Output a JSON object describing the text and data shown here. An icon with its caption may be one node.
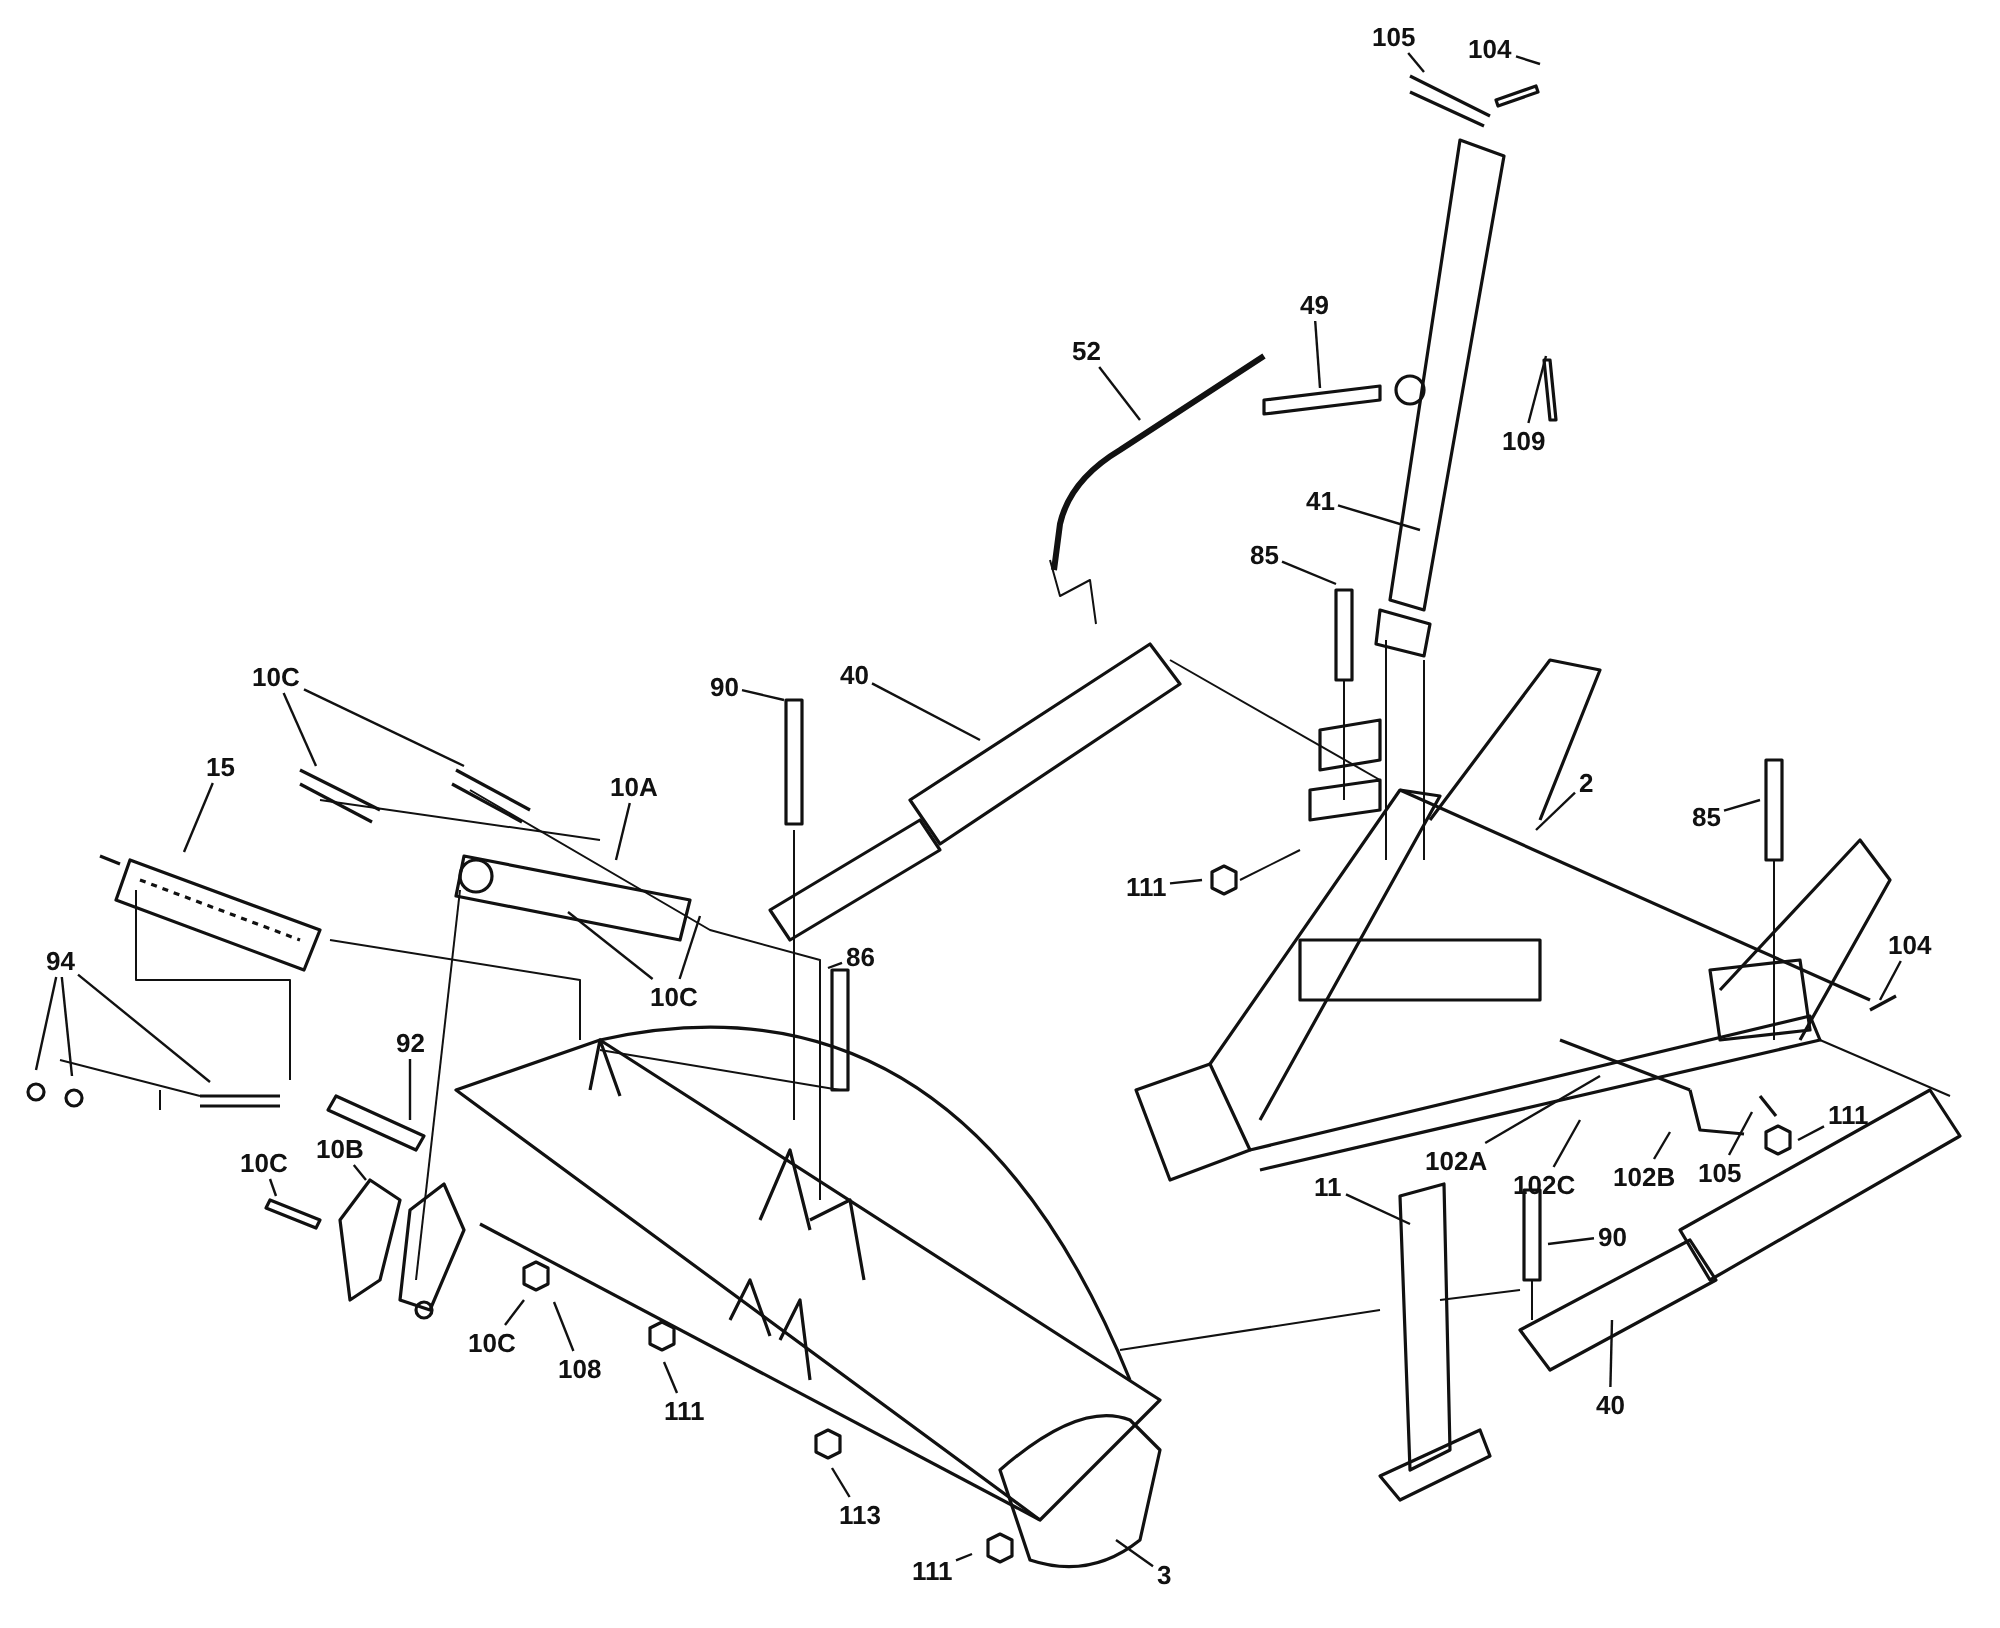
{
  "diagram": {
    "nodes": [
      {
        "text": [
          "105"
        ]
      },
      {
        "text": [
          "104"
        ]
      },
      {
        "text": [
          "52"
        ]
      },
      {
        "text": [
          "49"
        ]
      },
      {
        "text": [
          "109"
        ]
      },
      {
        "text": [
          "41"
        ]
      },
      {
        "text": [
          "85"
        ]
      },
      {
        "text": [
          "10C"
        ]
      },
      {
        "text": [
          "90"
        ]
      },
      {
        "text": [
          "40"
        ]
      },
      {
        "text": [
          "10A"
        ]
      },
      {
        "text": [
          "2"
        ]
      },
      {
        "text": [
          "15"
        ]
      },
      {
        "text": [
          "85"
        ]
      },
      {
        "text": [
          "111"
        ]
      },
      {
        "text": [
          "10C"
        ]
      },
      {
        "text": [
          "86"
        ]
      },
      {
        "text": [
          "94"
        ]
      },
      {
        "text": [
          "104"
        ]
      },
      {
        "text": [
          "92"
        ]
      },
      {
        "text": [
          "102A"
        ]
      },
      {
        "text": [
          "111"
        ]
      },
      {
        "text": [
          "102C"
        ]
      },
      {
        "text": [
          "102B"
        ]
      },
      {
        "text": [
          "105"
        ]
      },
      {
        "text": [
          "10C"
        ]
      },
      {
        "text": [
          "10B"
        ]
      },
      {
        "text": [
          "11"
        ]
      },
      {
        "text": [
          "90"
        ]
      },
      {
        "text": [
          "10C"
        ]
      },
      {
        "text": [
          "108"
        ]
      },
      {
        "text": [
          "111"
        ]
      },
      {
        "text": [
          "40"
        ]
      },
      {
        "text": [
          "113"
        ]
      },
      {
        "text": [
          "111"
        ]
      },
      {
        "text": [
          "3"
        ]
      }
    ],
    "edges": [
      {
        "from": 0,
        "to": null,
        "arrow": "none"
      },
      {
        "from": 1,
        "to": null,
        "arrow": "none"
      },
      {
        "from": 2,
        "to": null,
        "arrow": "none"
      },
      {
        "from": 3,
        "to": null,
        "arrow": "none"
      },
      {
        "from": 4,
        "to": null,
        "arrow": "none"
      },
      {
        "from": 5,
        "to": null,
        "arrow": "none"
      },
      {
        "from": 6,
        "to": null,
        "arrow": "none"
      },
      {
        "from": 7,
        "to": null,
        "arrow": "none"
      },
      {
        "from": 7,
        "to": null,
        "arrow": "none"
      },
      {
        "from": 8,
        "to": null,
        "arrow": "none"
      },
      {
        "from": 9,
        "to": null,
        "arrow": "none"
      },
      {
        "from": 10,
        "to": null,
        "arrow": "none"
      },
      {
        "from": 11,
        "to": null,
        "arrow": "none"
      },
      {
        "from": 12,
        "to": null,
        "arrow": "none"
      },
      {
        "from": 13,
        "to": null,
        "arrow": "none"
      },
      {
        "from": 14,
        "to": null,
        "arrow": "none"
      },
      {
        "from": 15,
        "to": null,
        "arrow": "none"
      },
      {
        "from": 15,
        "to": null,
        "arrow": "none"
      },
      {
        "from": 16,
        "to": null,
        "arrow": "none"
      },
      {
        "from": 17,
        "to": null,
        "arrow": "none"
      },
      {
        "from": 17,
        "to": null,
        "arrow": "none"
      },
      {
        "from": 17,
        "to": null,
        "arrow": "none"
      },
      {
        "from": 18,
        "to": null,
        "arrow": "none"
      },
      {
        "from": 19,
        "to": null,
        "arrow": "none"
      },
      {
        "from": 20,
        "to": null,
        "arrow": "none"
      },
      {
        "from": 21,
        "to": null,
        "arrow": "none"
      },
      {
        "from": 22,
        "to": null,
        "arrow": "none"
      },
      {
        "from": 23,
        "to": null,
        "arrow": "none"
      },
      {
        "from": 24,
        "to": null,
        "arrow": "none"
      },
      {
        "from": 25,
        "to": null,
        "arrow": "none"
      },
      {
        "from": 26,
        "to": null,
        "arrow": "none"
      },
      {
        "from": 27,
        "to": null,
        "arrow": "none"
      },
      {
        "from": 28,
        "to": null,
        "arrow": "none"
      },
      {
        "from": 29,
        "to": null,
        "arrow": "none"
      },
      {
        "from": 30,
        "to": null,
        "arrow": "none"
      },
      {
        "from": 31,
        "to": null,
        "arrow": "none"
      },
      {
        "from": 32,
        "to": null,
        "arrow": "none"
      },
      {
        "from": 33,
        "to": null,
        "arrow": "none"
      },
      {
        "from": 34,
        "to": null,
        "arrow": "none"
      },
      {
        "from": 35,
        "to": null,
        "arrow": "none"
      }
    ]
  }
}
